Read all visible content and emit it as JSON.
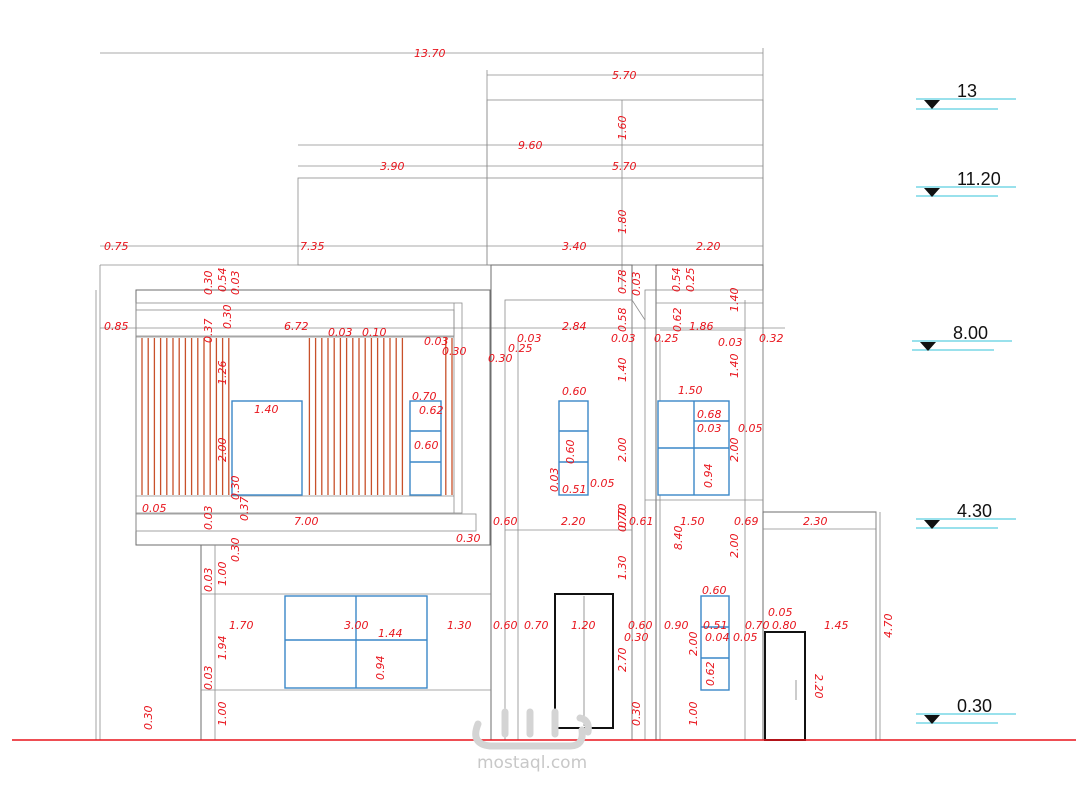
{
  "levels": {
    "l13": "13",
    "l1120": "11.20",
    "l800": "8.00",
    "l430": "4.30",
    "l030": "0.30"
  },
  "dims": {
    "d1370": "13.70",
    "d570a": "5.70",
    "d160": "1.60",
    "d960": "9.60",
    "d390": "3.90",
    "d570b": "5.70",
    "d180": "1.80",
    "d075": "0.75",
    "d735": "7.35",
    "d340": "3.40",
    "d220a": "2.20",
    "d030a": "0.30",
    "d054a": "0.54",
    "d003a": "0.03",
    "d078": "0.78",
    "d003b": "0.03",
    "d054b": "0.54",
    "d025a": "0.25",
    "d140a": "1.40",
    "d085": "0.85",
    "d037a": "0.37",
    "d030b": "0.30",
    "d672": "6.72",
    "d003c": "0.03",
    "d010": "0.10",
    "d003d": "0.03",
    "d030c": "0.30",
    "d030d": "0.30",
    "d025b": "0.25",
    "d003e": "0.03",
    "d284": "2.84",
    "d058": "0.58",
    "d062a": "0.62",
    "d186": "1.86",
    "d003f": "0.03",
    "d025c": "0.25",
    "d003g": "0.03",
    "d032": "0.32",
    "d126": "1.26",
    "d140b": "1.40",
    "d070a": "0.70",
    "d062b": "0.62",
    "d060a": "0.60",
    "d200a": "2.00",
    "d060b": "0.60",
    "d140c": "1.40",
    "d060c": "0.60",
    "d003h": "0.03",
    "d051a": "0.51",
    "d005a": "0.05",
    "d200b": "2.00",
    "d150a": "1.50",
    "d140d": "1.40",
    "d068": "0.68",
    "d003i": "0.03",
    "d005b": "0.05",
    "d200c": "2.00",
    "d094a": "0.94",
    "d030e": "0.30",
    "d037b": "0.37",
    "d005c": "0.05",
    "d003j": "0.03",
    "d070b": "0.70",
    "d700": "7.00",
    "d060d": "0.60",
    "d220b": "2.20",
    "d070c": "0.70",
    "d061": "0.61",
    "d150b": "1.50",
    "d069": "0.69",
    "d230": "2.30",
    "d030f": "0.30",
    "d030g": "0.30",
    "d100a": "1.00",
    "d003k": "0.03",
    "d840": "8.40",
    "d200d": "2.00",
    "d130a": "1.30",
    "d060e": "0.60",
    "d470": "4.70",
    "d170": "1.70",
    "d300": "3.00",
    "d144": "1.44",
    "d130b": "1.30",
    "d060f": "0.60",
    "d070d": "0.70",
    "d120": "1.20",
    "d060g": "0.60",
    "d090": "0.90",
    "d051b": "0.51",
    "d070e": "0.70",
    "d080": "0.80",
    "d145": "1.45",
    "d005d": "0.05",
    "d004": "0.04",
    "d005e": "0.05",
    "d030h": "0.30",
    "d194": "1.94",
    "d094b": "0.94",
    "d270": "2.70",
    "d200e": "2.00",
    "d062c": "0.62",
    "d003l": "0.03",
    "d220c": "2.20",
    "d030i": "0.30",
    "d100b": "1.00",
    "d030j": "0.30",
    "d100c": "1.00"
  },
  "watermark": {
    "text": "mostaql.com"
  }
}
